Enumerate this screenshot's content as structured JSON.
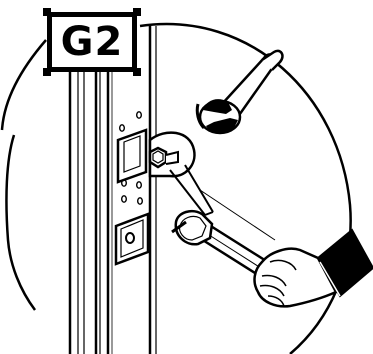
{
  "step_badge": {
    "label": "G2"
  },
  "figure": {
    "ink_color": "#000000",
    "paper_color": "#ffffff",
    "parts": [
      "post",
      "mounting-bracket",
      "bolt",
      "box-wrench",
      "open-end-wrench",
      "hand"
    ]
  }
}
